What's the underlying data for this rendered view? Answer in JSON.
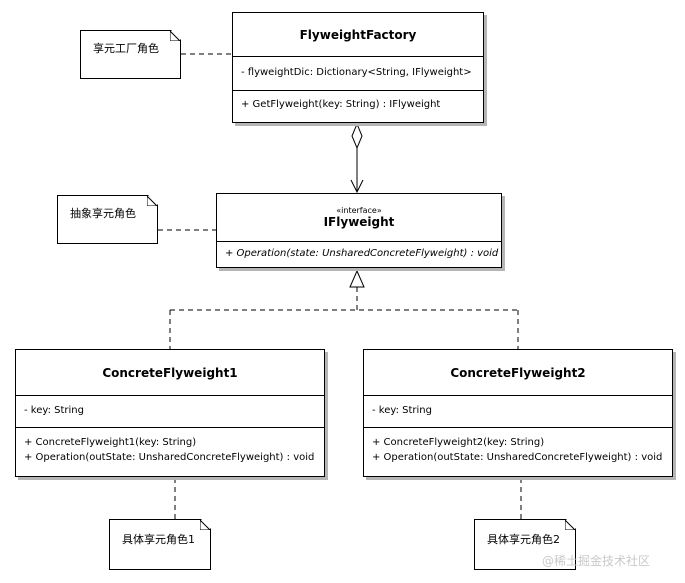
{
  "factory": {
    "name": "FlyweightFactory",
    "attribute": "- flyweightDic: Dictionary<String, IFlyweight>",
    "operation": "+ GetFlyweight(key: String) : IFlyweight",
    "note": "享元工厂角色"
  },
  "iflyweight": {
    "stereotype": "«interface»",
    "name": "IFlyweight",
    "operation": "+ Operation(state: UnsharedConcreteFlyweight) : void",
    "note": "抽象享元角色"
  },
  "concrete1": {
    "name": "ConcreteFlyweight1",
    "attribute": "- key: String",
    "operations": [
      "+ ConcreteFlyweight1(key: String)",
      "+ Operation(outState: UnsharedConcreteFlyweight) : void"
    ],
    "note": "具体享元角色1"
  },
  "concrete2": {
    "name": "ConcreteFlyweight2",
    "attribute": "- key: String",
    "operations": [
      "+ ConcreteFlyweight2(key: String)",
      "+ Operation(outState: UnsharedConcreteFlyweight) : void"
    ],
    "note": "具体享元角色2"
  },
  "watermark": "@稀土掘金技术社区"
}
